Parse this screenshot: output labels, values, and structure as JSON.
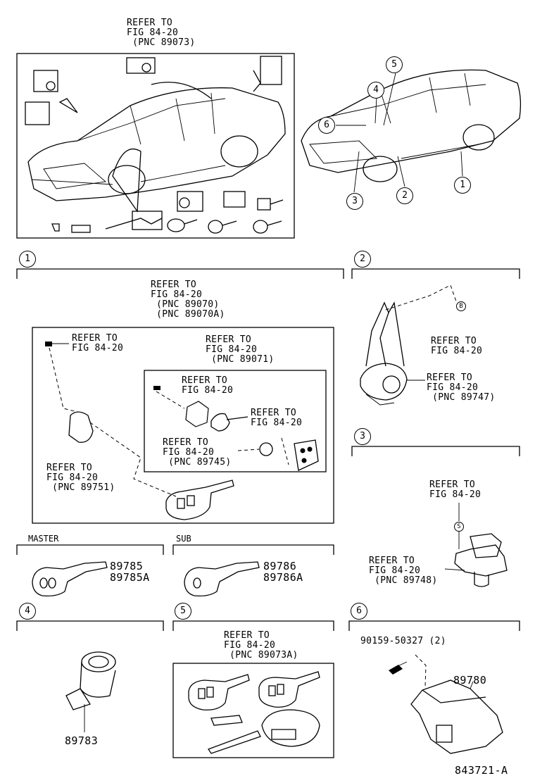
{
  "overview": {
    "top_left_refer": "REFER TO\nFIG 84-20\n (PNC 89073)"
  },
  "callouts": {
    "one": "1",
    "two": "2",
    "three": "3",
    "four": "4",
    "five": "5",
    "six": "6",
    "b": "B",
    "s": "S"
  },
  "section1": {
    "refer_main": "REFER TO\nFIG 84-20\n (PNC 89070)\n (PNC 89070A)",
    "refer_screw": "REFER TO\nFIG 84-20",
    "refer_inner": "REFER TO\nFIG 84-20\n (PNC 89071)",
    "refer_inner_screw": "REFER TO\nFIG 84-20",
    "refer_ring": "REFER TO\nFIG 84-20",
    "refer_battery": "REFER TO\nFIG 84-20\n (PNC 89745)",
    "refer_cover": "REFER TO\nFIG 84-20\n (PNC 89751)"
  },
  "keys": {
    "master_label": "MASTER",
    "sub_label": "SUB",
    "master_pn": "89785\n89785A",
    "sub_pn": "89786\n89786A"
  },
  "section2": {
    "refer_b": "REFER TO\nFIG 84-20",
    "refer_pnc": "REFER TO\nFIG 84-20\n (PNC 89747)"
  },
  "section3": {
    "refer_s": "REFER TO\nFIG 84-20",
    "refer_pnc": "REFER TO\nFIG 84-20\n (PNC 89748)"
  },
  "section4": {
    "pn": "89783"
  },
  "section5": {
    "refer": "REFER TO\nFIG 84-20\n (PNC 89073A)"
  },
  "section6": {
    "bolt": "90159-50327 (2)",
    "pn": "89780"
  },
  "footer": {
    "diagram_id": "843721-A"
  }
}
